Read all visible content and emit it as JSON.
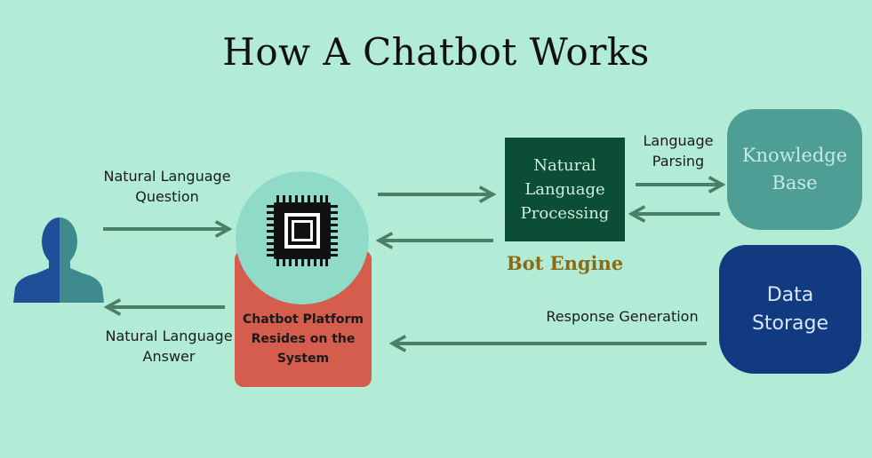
{
  "title": "How A Chatbot Works",
  "labels": {
    "question": [
      "Natural Language",
      "Question"
    ],
    "answer": [
      "Natural Language",
      "Answer"
    ],
    "parsing": [
      "Language",
      "Parsing"
    ],
    "response": "Response Generation"
  },
  "platform": [
    "Chatbot Platform",
    "Resides on the",
    "System"
  ],
  "nlp": [
    "Natural",
    "Language",
    "Processing"
  ],
  "bot_engine": "Bot Engine",
  "knowledge_base": [
    "Knowledge",
    "Base"
  ],
  "data_storage": [
    "Data",
    "Storage"
  ],
  "colors": {
    "background": "#b2ecd6",
    "arrow": "#4d7e69",
    "nlp": "#0c4d35",
    "platform": "#d45d4d",
    "knowledge_base": "#4f9e95",
    "data_storage": "#123a80",
    "bot_engine_text": "#8a6b16"
  },
  "icons": {
    "user": "user-silhouette-icon",
    "chip": "cpu-chip-icon"
  }
}
